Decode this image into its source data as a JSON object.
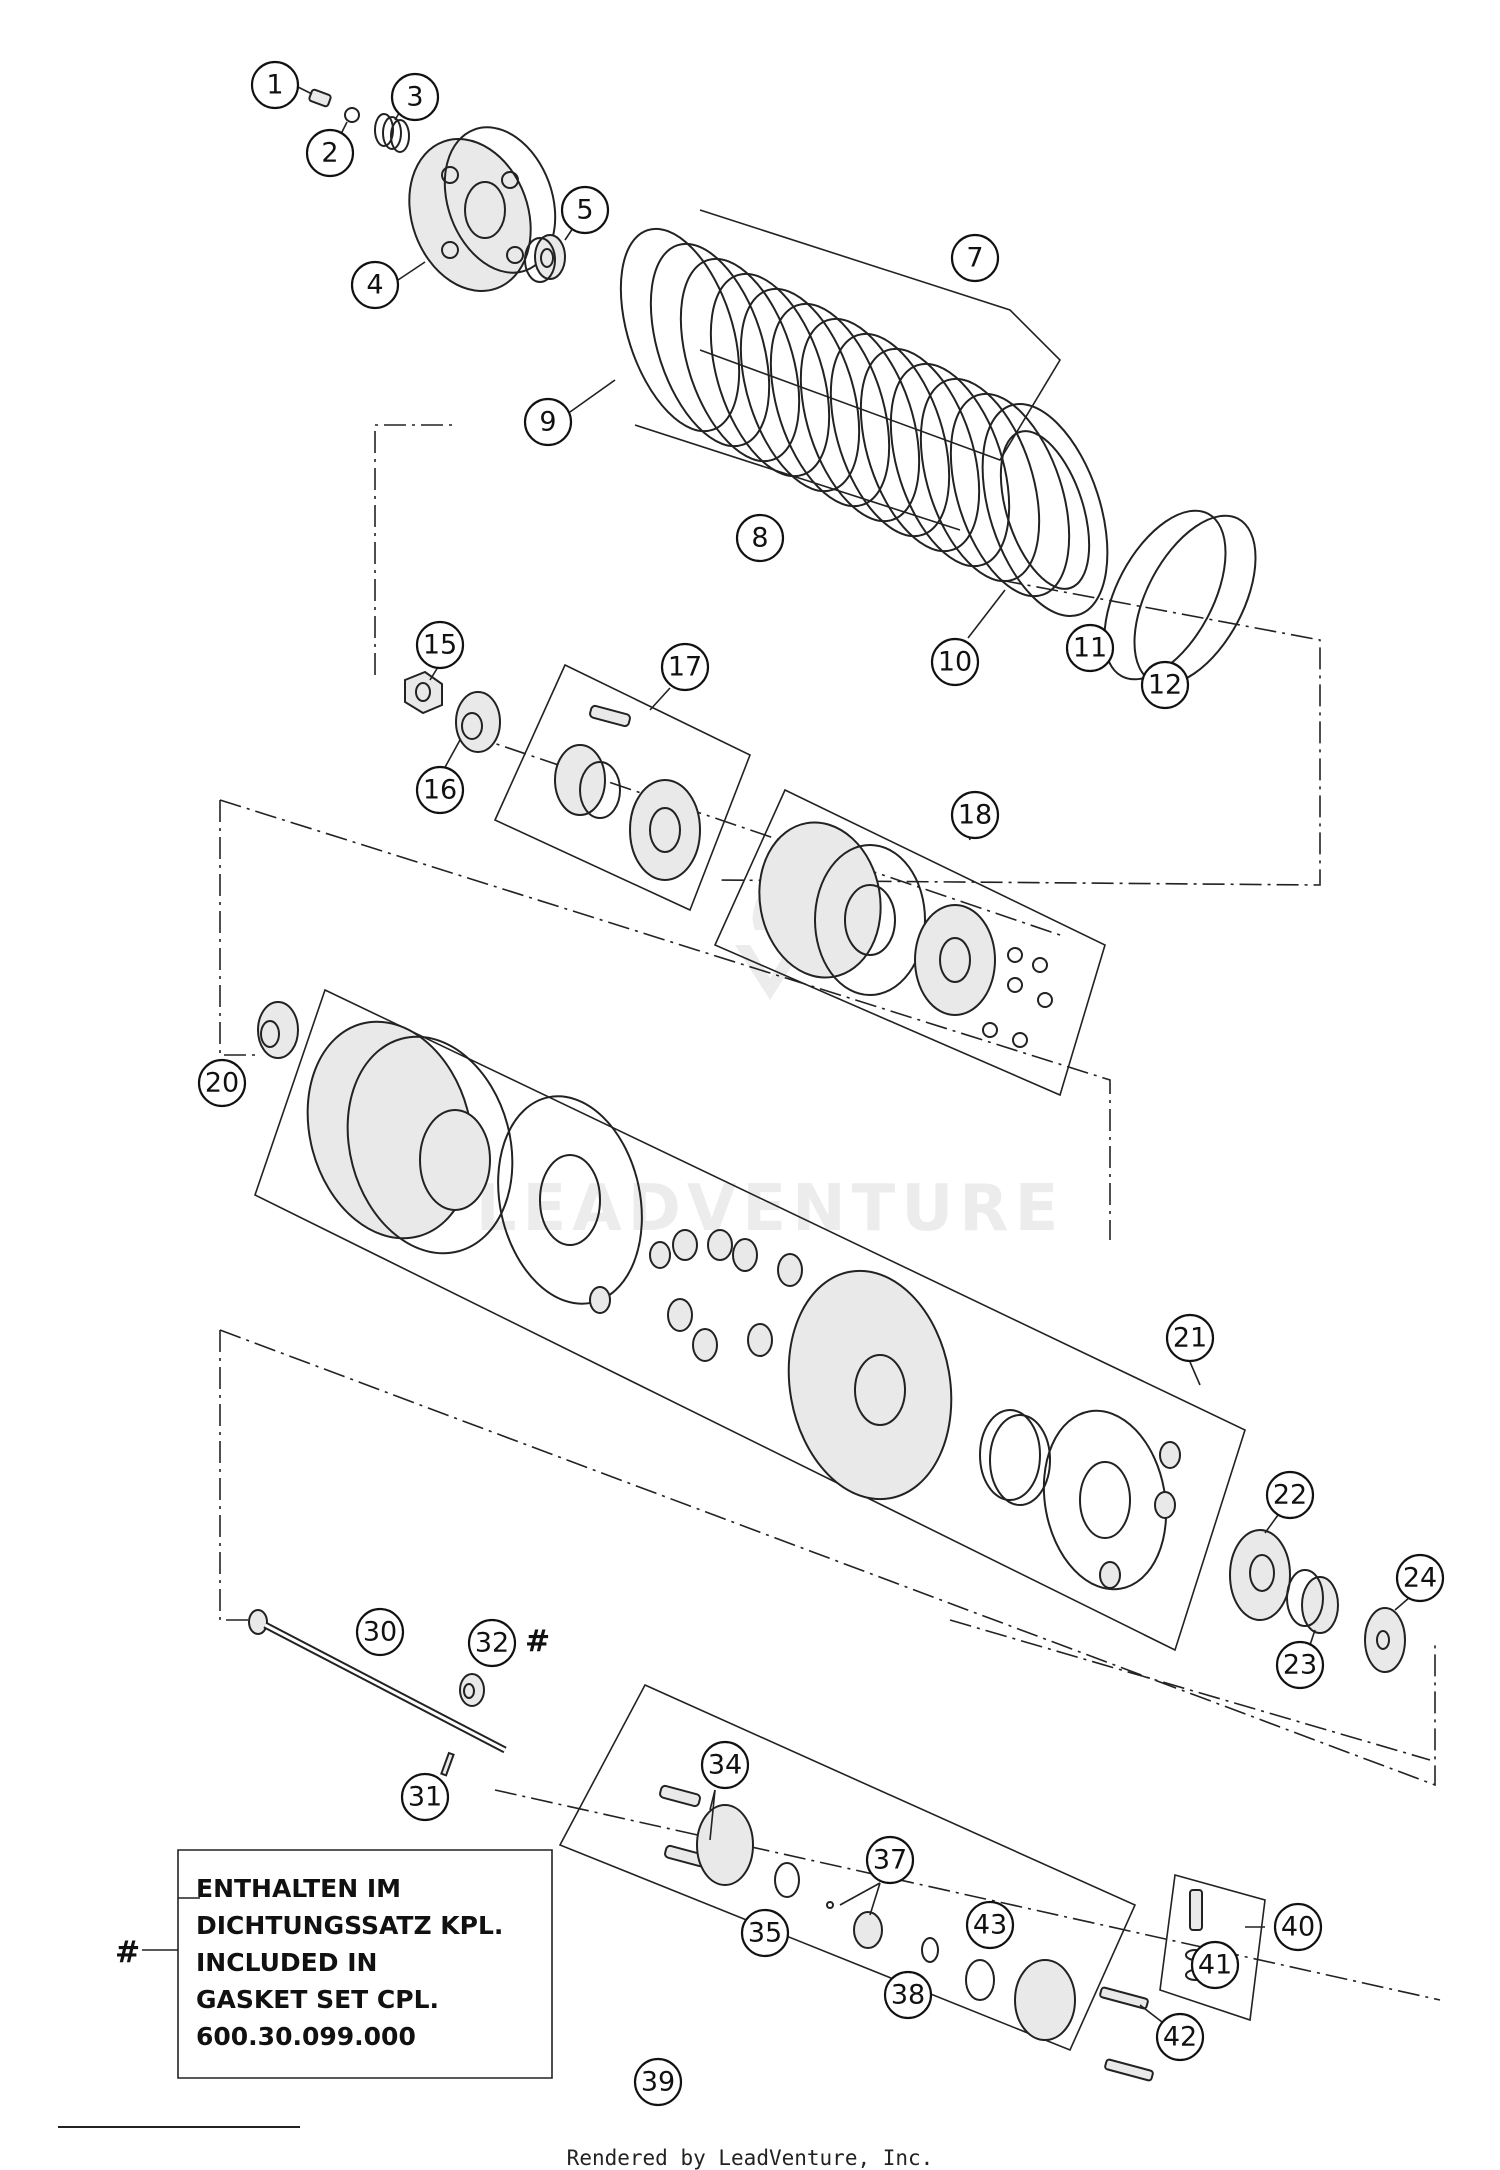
{
  "callouts": [
    {
      "label": "1"
    },
    {
      "label": "2"
    },
    {
      "label": "3"
    },
    {
      "label": "4"
    },
    {
      "label": "5"
    },
    {
      "label": "7"
    },
    {
      "label": "8"
    },
    {
      "label": "9"
    },
    {
      "label": "10"
    },
    {
      "label": "11"
    },
    {
      "label": "12"
    },
    {
      "label": "15"
    },
    {
      "label": "16"
    },
    {
      "label": "17"
    },
    {
      "label": "18"
    },
    {
      "label": "20"
    },
    {
      "label": "21"
    },
    {
      "label": "22"
    },
    {
      "label": "23"
    },
    {
      "label": "24"
    },
    {
      "label": "30"
    },
    {
      "label": "31"
    },
    {
      "label": "32"
    },
    {
      "label": "34"
    },
    {
      "label": "35"
    },
    {
      "label": "37"
    },
    {
      "label": "38"
    },
    {
      "label": "39"
    },
    {
      "label": "40"
    },
    {
      "label": "41"
    },
    {
      "label": "42"
    },
    {
      "label": "43"
    }
  ],
  "marker_32": "#",
  "note": {
    "marker": "#",
    "lines": [
      "ENTHALTEN IM",
      "DICHTUNGSSATZ KPL.",
      "INCLUDED IN",
      "GASKET SET CPL.",
      "600.30.099.000"
    ]
  },
  "watermark": "LEADVENTURE",
  "footer": "Rendered by LeadVenture, Inc."
}
